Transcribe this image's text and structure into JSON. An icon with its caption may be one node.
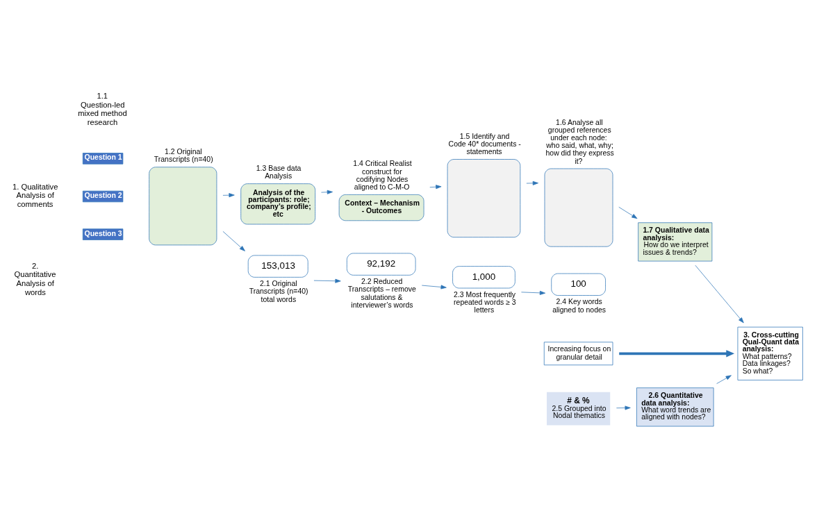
{
  "diagram": {
    "nodes": [
      {
        "text": [
          "Question 1"
        ]
      },
      {
        "text": [
          "Question 2"
        ]
      },
      {
        "text": [
          "Question 3"
        ]
      },
      {
        "text": [
          "1.2 Original Transcripts (n=40)"
        ]
      },
      {
        "text": [
          "1.3 Base data Analysis",
          "Analysis of the participants: role; company’s profile; etc"
        ]
      },
      {
        "text": [
          "1.4 Critical Realist construct for codifying Nodes aligned to C-M-O",
          "Context – Mechanism - Outcomes"
        ]
      },
      {
        "text": [
          "1.5 Identify and Code 40* documents - statements"
        ]
      },
      {
        "text": [
          "1.6 Analyse all grouped references under each node:  who said, what, why; how did they express it?"
        ]
      },
      {
        "text": [
          "1.7 Qualitative data analysis:",
          "How do we interpret issues & trends?"
        ]
      },
      {
        "text": [
          "3. Cross-cutting Qual-Quant data analysis:",
          "What patterns?",
          "Data linkages?",
          "So what?"
        ]
      },
      {
        "text": [
          "Increasing focus on granular detail"
        ]
      },
      {
        "text": [
          "153,013"
        ],
        "beside": [
          "2.1 Original Transcripts (n=40) total words"
        ]
      },
      {
        "text": [
          "92,192"
        ],
        "beside": [
          "2.2 Reduced Transcripts – remove salutations & interviewer’s words"
        ]
      },
      {
        "text": [
          "1,000"
        ],
        "beside": [
          "2.3 Most frequently repeated words ≥ 3 letters"
        ]
      },
      {
        "text": [
          "100"
        ],
        "beside": [
          "2.4 Key words aligned to nodes"
        ]
      },
      {
        "text": [
          "# & %",
          "2.5 Grouped into Nodal thematics"
        ]
      },
      {
        "text": [
          "2.6 Quantitative data analysis:",
          "What word trends are aligned with nodes?"
        ]
      }
    ],
    "edges": [
      {
        "from": 3,
        "to": 4,
        "arrow": "to"
      },
      {
        "from": 4,
        "to": 5,
        "arrow": "to"
      },
      {
        "from": 5,
        "to": 6,
        "arrow": "to"
      },
      {
        "from": 6,
        "to": 7,
        "arrow": "to"
      },
      {
        "from": 7,
        "to": 8,
        "arrow": "to"
      },
      {
        "from": 8,
        "to": 9,
        "arrow": "to"
      },
      {
        "from": 10,
        "to": 9,
        "arrow": "to",
        "style": "thick"
      },
      {
        "from": 3,
        "to": 11,
        "arrow": "to"
      },
      {
        "from": 11,
        "to": 12,
        "arrow": "to"
      },
      {
        "from": 12,
        "to": 13,
        "arrow": "to"
      },
      {
        "from": 13,
        "to": 14,
        "arrow": "to"
      },
      {
        "from": 15,
        "to": 16,
        "arrow": "to"
      },
      {
        "from": 16,
        "to": 9,
        "arrow": "to"
      }
    ],
    "labels": [
      "1.1 Question-led mixed method research",
      "1. Qualitative Analysis of comments",
      "2. Quantitative Analysis of words"
    ]
  }
}
